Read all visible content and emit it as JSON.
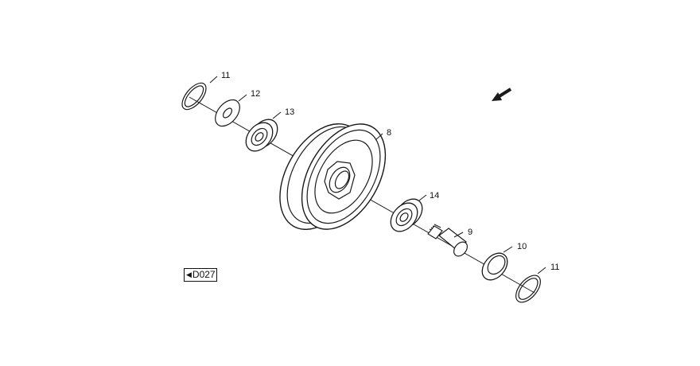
{
  "diagram": {
    "callouts": {
      "washer_left": "11",
      "washer_12": "12",
      "bearing_13": "13",
      "pulley": "8",
      "bearing_14": "14",
      "shaft": "9",
      "cap": "10",
      "washer_right": "11"
    },
    "reference_code": "D027",
    "reference_arrow": "◀"
  }
}
